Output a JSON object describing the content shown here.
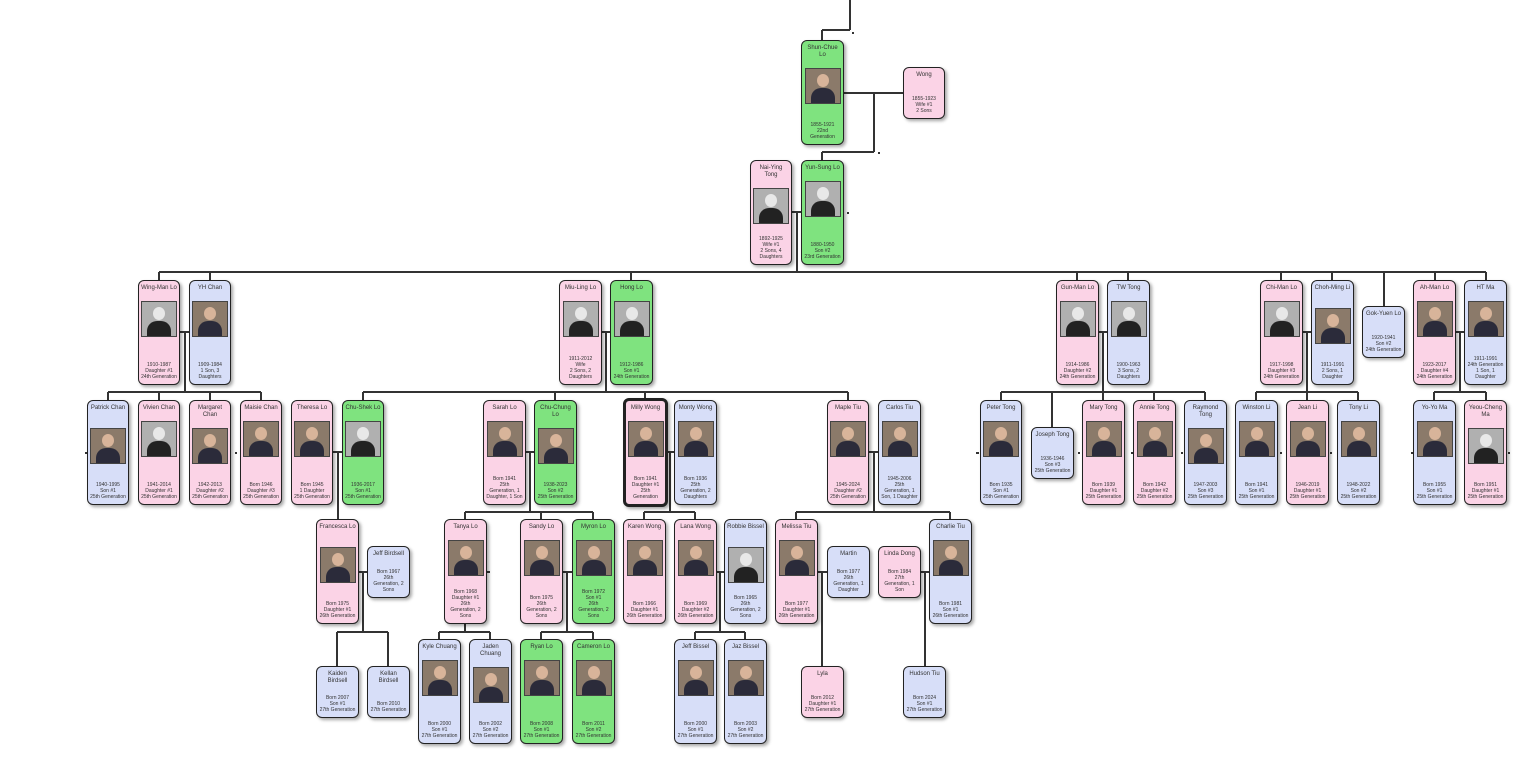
{
  "colors": {
    "male": "#d7def8",
    "female": "#fbd3e6",
    "direct_line": "#7fe37f",
    "connector": "#333333"
  },
  "people": [
    {
      "id": "shun_chue",
      "name": "Shun-Chue Lo",
      "info": "1855-1921\n22nd Generation",
      "kind": "d",
      "photo": "color"
    },
    {
      "id": "wong",
      "name": "Wong",
      "info": "1855-1923\nWife #1\n2 Sons",
      "kind": "f",
      "photo": ""
    },
    {
      "id": "nai_ying",
      "name": "Nai-Ying Tong",
      "info": "1892-1925\nWife #1\n2 Sons, 4 Daughters",
      "kind": "f",
      "photo": "bw"
    },
    {
      "id": "yun_sung",
      "name": "Yun-Sung Lo",
      "info": "1880-1950\nSon #2\n23rd Generation",
      "kind": "d",
      "photo": "bw"
    },
    {
      "id": "wing_man",
      "name": "Wing-Man Lo",
      "info": "1910-1987\nDaughter #1\n24th Generation",
      "kind": "f",
      "photo": "bw"
    },
    {
      "id": "yh_chan",
      "name": "YH Chan",
      "info": "1909-1984\n1 Son, 3 Daughters",
      "kind": "m",
      "photo": "color"
    },
    {
      "id": "miu_ling",
      "name": "Miu-Ling Lo",
      "info": "1911-2012\nWife\n2 Sons, 2 Daughters",
      "kind": "f",
      "photo": "bw"
    },
    {
      "id": "hong",
      "name": "Hong Lo",
      "info": "1912-1986\nSon #1\n24th Generation",
      "kind": "d",
      "photo": "bw"
    },
    {
      "id": "gun_man",
      "name": "Gun-Man Lo",
      "info": "1914-1986\nDaughter #2\n24th Generation",
      "kind": "f",
      "photo": "bw"
    },
    {
      "id": "tw_tong",
      "name": "TW Tong",
      "info": "1900-1963\n3 Sons, 2 Daughters",
      "kind": "m",
      "photo": "bw"
    },
    {
      "id": "chi_man",
      "name": "Chi-Man Lo",
      "info": "1917-1998\nDaughter #3\n24th Generation",
      "kind": "f",
      "photo": "bw"
    },
    {
      "id": "choh_ming",
      "name": "Choh-Ming Li",
      "info": "1911-1991\n2 Sons, 1 Daughter",
      "kind": "m",
      "photo": "color"
    },
    {
      "id": "gok_yuen",
      "name": "Gok-Yuen Lo",
      "info": "1920-1941\nSon #2\n24th Generation",
      "kind": "m",
      "photo": ""
    },
    {
      "id": "ah_man",
      "name": "Ah-Man Lo",
      "info": "1923-2017\nDaughter #4\n24th Generation",
      "kind": "f",
      "photo": "color"
    },
    {
      "id": "ht_ma",
      "name": "HT Ma",
      "info": "1911-1991\n24th Generation\n1 Son, 1 Daughter",
      "kind": "m",
      "photo": "color"
    },
    {
      "id": "patrick",
      "name": "Patrick Chan",
      "info": "1940-1995\nSon #1\n25th Generation",
      "kind": "m",
      "photo": "color"
    },
    {
      "id": "vivien",
      "name": "Vivien Chan",
      "info": "1941-2014\nDaughter #1\n25th Generation",
      "kind": "f",
      "photo": "bw"
    },
    {
      "id": "margaret",
      "name": "Margaret Chan",
      "info": "1942-2013\nDaughter #2\n25th Generation",
      "kind": "f",
      "photo": "color"
    },
    {
      "id": "maisie",
      "name": "Maisie Chan",
      "info": "Born 1946\nDaughter #3\n25th Generation",
      "kind": "f",
      "photo": "color"
    },
    {
      "id": "theresa",
      "name": "Theresa Lo",
      "info": "Born 1945\n1 Daughter\n25th Generation",
      "kind": "f",
      "photo": "color"
    },
    {
      "id": "chu_shek",
      "name": "Chu-Shek Lo",
      "info": "1936-2017\nSon #1\n25th Generation",
      "kind": "d",
      "photo": "bw"
    },
    {
      "id": "sarah",
      "name": "Sarah Lo",
      "info": "Born 1941\n25th Generation, 1 Daughter, 1 Son",
      "kind": "f",
      "photo": "color"
    },
    {
      "id": "chu_chung",
      "name": "Chu-Chung Lo",
      "info": "1938-2023\nSon #2\n25th Generation",
      "kind": "d",
      "photo": "color"
    },
    {
      "id": "milly",
      "name": "Milly Wong",
      "info": "Born 1941\nDaughter #1\n25th Generation",
      "kind": "f",
      "photo": "color",
      "selected": true
    },
    {
      "id": "monty",
      "name": "Monty Wong",
      "info": "Born 1936\n25th Generation, 2 Daughters",
      "kind": "m",
      "photo": "color"
    },
    {
      "id": "maple",
      "name": "Maple Tiu",
      "info": "1945-2024\nDaughter #2\n25th Generation",
      "kind": "f",
      "photo": "color"
    },
    {
      "id": "carlos",
      "name": "Carlos Tiu",
      "info": "1945-2006\n25th Generation, 1 Son, 1 Daughter",
      "kind": "m",
      "photo": "color"
    },
    {
      "id": "peter",
      "name": "Peter Tong",
      "info": "Born 1935\nSon #1\n25th Generation",
      "kind": "m",
      "photo": "color"
    },
    {
      "id": "joseph",
      "name": "Joseph Tong",
      "info": "1936-1946\nSon #3\n25th Generation",
      "kind": "m",
      "photo": ""
    },
    {
      "id": "mary",
      "name": "Mary Tong",
      "info": "Born 1939\nDaughter #1\n25th Generation",
      "kind": "f",
      "photo": "color"
    },
    {
      "id": "annie",
      "name": "Annie Tong",
      "info": "Born 1942\nDaughter #2\n25th Generation",
      "kind": "f",
      "photo": "color"
    },
    {
      "id": "raymond",
      "name": "Raymond Tong",
      "info": "1947-2003\nSon #3\n25th Generation",
      "kind": "m",
      "photo": "color"
    },
    {
      "id": "winston",
      "name": "Winston Li",
      "info": "Born 1941\nSon #1\n25th Generation",
      "kind": "m",
      "photo": "color"
    },
    {
      "id": "jean",
      "name": "Jean Li",
      "info": "1946-2019\nDaughter #1\n25th Generation",
      "kind": "f",
      "photo": "color"
    },
    {
      "id": "tony",
      "name": "Tony Li",
      "info": "1948-2022\nSon #2\n25th Generation",
      "kind": "m",
      "photo": "color"
    },
    {
      "id": "yo_yo",
      "name": "Yo-Yo Ma",
      "info": "Born 1955\nSon #1\n25th Generation",
      "kind": "m",
      "photo": "color"
    },
    {
      "id": "yeou_cheng",
      "name": "Yeou-Cheng Ma",
      "info": "Born 1951\nDaughter #1\n25th Generation",
      "kind": "f",
      "photo": "bw"
    },
    {
      "id": "francesca",
      "name": "Francesca Lo",
      "info": "Born 1975\nDaughter #1\n26th Generation",
      "kind": "f",
      "photo": "color"
    },
    {
      "id": "jeff_bird",
      "name": "Jeff Birdsell",
      "info": "Born 1967\n26th Generation, 2 Sons",
      "kind": "m",
      "photo": ""
    },
    {
      "id": "tanya",
      "name": "Tanya Lo",
      "info": "Born 1968\nDaughter #1\n26th Generation, 2 Sons",
      "kind": "f",
      "photo": "color"
    },
    {
      "id": "sandy",
      "name": "Sandy Lo",
      "info": "Born 1975\n26th Generation, 2 Sons",
      "kind": "f",
      "photo": "color"
    },
    {
      "id": "myron",
      "name": "Myron Lo",
      "info": "Born 1972\nSon #1\n26th Generation, 2 Sons",
      "kind": "d",
      "photo": "color"
    },
    {
      "id": "karen",
      "name": "Karen Wong",
      "info": "Born 1966\nDaughter #1\n26th Generation",
      "kind": "f",
      "photo": "color"
    },
    {
      "id": "lana",
      "name": "Lana Wong",
      "info": "Born 1969\nDaughter #2\n26th Generation",
      "kind": "f",
      "photo": "color"
    },
    {
      "id": "robbie",
      "name": "Robbie Bissel",
      "info": "Born 1965\n26th Generation, 2 Sons",
      "kind": "m",
      "photo": "bw"
    },
    {
      "id": "melissa",
      "name": "Melissa Tiu",
      "info": "Born 1977\nDaughter #1\n26th Generation",
      "kind": "f",
      "photo": "color"
    },
    {
      "id": "martin",
      "name": "Martin",
      "info": "Born 1977\n26th Generation, 1 Daughter",
      "kind": "m",
      "photo": ""
    },
    {
      "id": "linda",
      "name": "Linda Dong",
      "info": "Born 1984\n27th Generation, 1 Son",
      "kind": "f",
      "photo": ""
    },
    {
      "id": "charlie",
      "name": "Charlie Tiu",
      "info": "Born 1981\nSon #1\n26th Generation",
      "kind": "m",
      "photo": "color"
    },
    {
      "id": "kaiden",
      "name": "Kaiden Birdsell",
      "info": "Born 2007\nSon #1\n27th Generation",
      "kind": "m",
      "photo": ""
    },
    {
      "id": "kellan",
      "name": "Kellan Birdsell",
      "info": "Born 2010\n27th Generation",
      "kind": "m",
      "photo": ""
    },
    {
      "id": "kyle",
      "name": "Kyle Chuang",
      "info": "Born 2000\nSon #1\n27th Generation",
      "kind": "m",
      "photo": "color"
    },
    {
      "id": "jaden",
      "name": "Jaden Chuang",
      "info": "Born 2002\nSon #2\n27th Generation",
      "kind": "m",
      "photo": "color"
    },
    {
      "id": "ryan",
      "name": "Ryan Lo",
      "info": "Born 2008\nSon #1\n27th Generation",
      "kind": "d",
      "photo": "color"
    },
    {
      "id": "cameron",
      "name": "Cameron Lo",
      "info": "Born 2011\nSon #2\n27th Generation",
      "kind": "d",
      "photo": "color"
    },
    {
      "id": "jeff_bissel",
      "name": "Jeff Bissel",
      "info": "Born 2000\nSon #1\n27th Generation",
      "kind": "m",
      "photo": "color"
    },
    {
      "id": "jaz",
      "name": "Jaz Bissel",
      "info": "Born 2003\nSon #2\n27th Generation",
      "kind": "m",
      "photo": "color"
    },
    {
      "id": "lyla",
      "name": "Lyla",
      "info": "Born 2012\nDaughter #1\n27th Generation",
      "kind": "f",
      "photo": ""
    },
    {
      "id": "hudson",
      "name": "Hudson Tiu",
      "info": "Born 2024\nSon #1\n27th Generation",
      "kind": "m",
      "photo": ""
    }
  ]
}
